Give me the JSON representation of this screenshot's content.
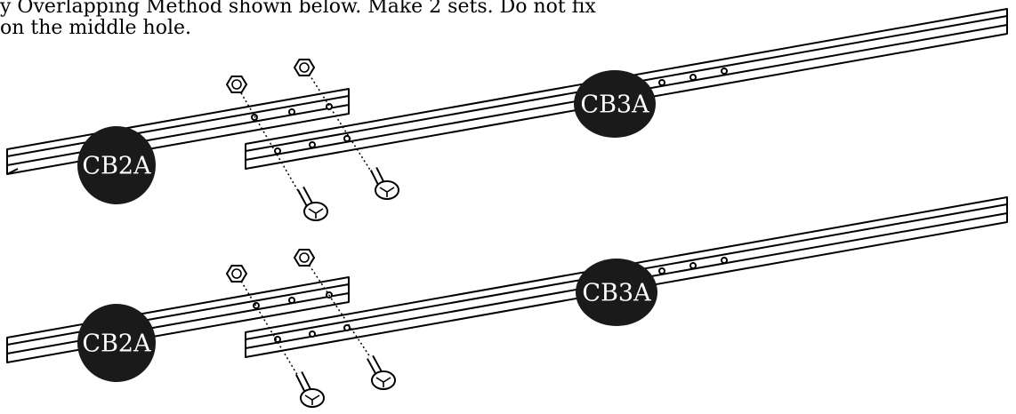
{
  "instructions": {
    "line1": "y Overlapping Method shown below. Make 2 sets. Do not fix",
    "line2": "on the middle hole."
  },
  "assemblies": [
    {
      "left_label": "CB2A",
      "right_label": "CB3A"
    },
    {
      "left_label": "CB2A",
      "right_label": "CB3A"
    }
  ],
  "colors": {
    "line": "#000000",
    "label_bg": "#1a1a1a",
    "label_text": "#ffffff"
  },
  "icons": [
    "hex-nut-icon",
    "bolt-icon",
    "channel-rail"
  ]
}
